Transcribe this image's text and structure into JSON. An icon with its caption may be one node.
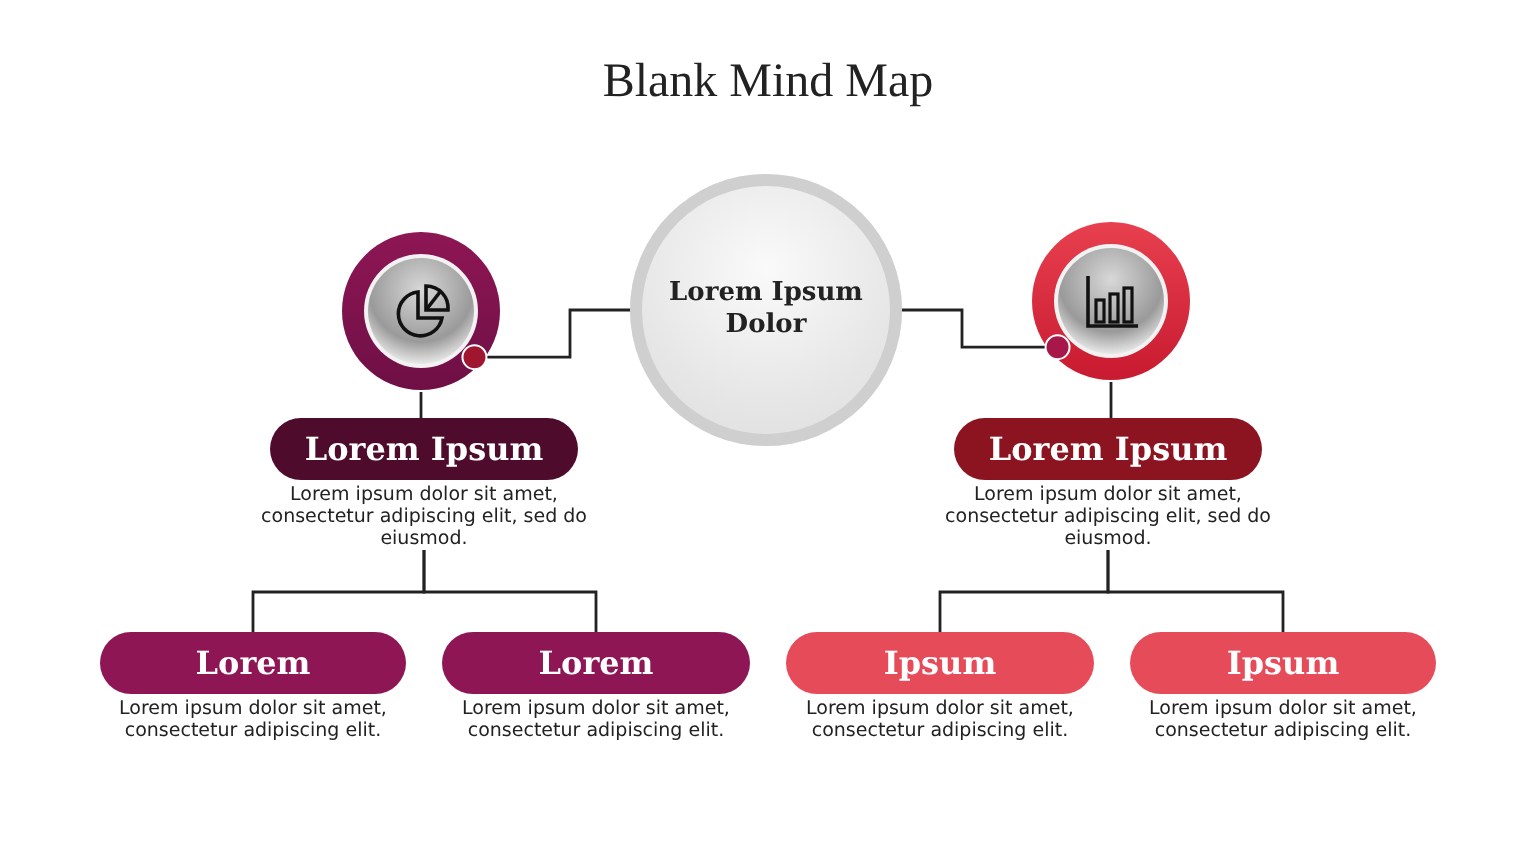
{
  "diagram": {
    "title": "Blank Mind Map",
    "nodes": [
      {
        "text": [
          "Lorem Ipsum Dolor"
        ]
      },
      {
        "text": [],
        "shape": "circle"
      },
      {
        "text": [],
        "shape": "circle"
      },
      {
        "text": [
          "Lorem Ipsum"
        ],
        "beside": [
          "Lorem ipsum dolor sit amet, consectetur adipiscing elit, sed do eiusmod."
        ]
      },
      {
        "text": [
          "Lorem Ipsum"
        ],
        "beside": [
          "Lorem ipsum dolor sit amet, consectetur adipiscing elit, sed do eiusmod."
        ]
      },
      {
        "text": [
          "Lorem"
        ],
        "beside": [
          "Lorem ipsum dolor sit amet, consectetur adipiscing elit."
        ]
      },
      {
        "text": [
          "Lorem"
        ],
        "beside": [
          "Lorem ipsum dolor sit amet, consectetur adipiscing elit."
        ]
      },
      {
        "text": [
          "Ipsum"
        ],
        "beside": [
          "Lorem ipsum dolor sit amet, consectetur adipiscing elit."
        ]
      },
      {
        "text": [
          "Ipsum"
        ],
        "beside": [
          "Lorem ipsum dolor sit amet, consectetur adipiscing elit."
        ]
      }
    ],
    "edges": [
      {
        "from": 0,
        "to": 1,
        "arrow": "none"
      },
      {
        "from": 0,
        "to": 2,
        "arrow": "none"
      },
      {
        "from": 1,
        "to": 3,
        "arrow": "none"
      },
      {
        "from": 2,
        "to": 4,
        "arrow": "none"
      },
      {
        "from": 3,
        "to": 5,
        "arrow": "none"
      },
      {
        "from": 3,
        "to": 6,
        "arrow": "none"
      },
      {
        "from": 4,
        "to": 7,
        "arrow": "none"
      },
      {
        "from": 4,
        "to": 8,
        "arrow": "none"
      }
    ]
  }
}
